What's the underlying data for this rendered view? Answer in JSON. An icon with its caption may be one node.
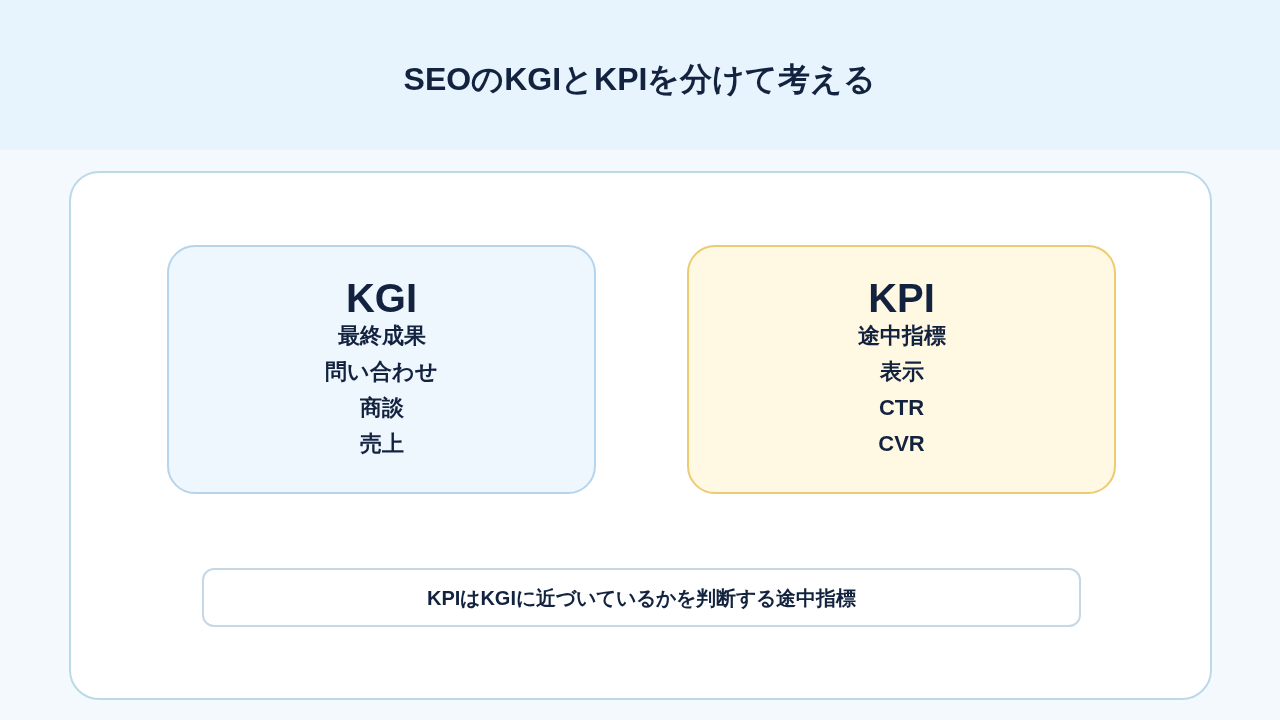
{
  "diagram": {
    "title": "SEOのKGIとKPIを分けて考える",
    "nodes": [
      {
        "text": [],
        "shape": "box"
      },
      {
        "text": [
          "KGI",
          "最終成果",
          "問い合わせ",
          "商談",
          "売上"
        ],
        "in": 0
      },
      {
        "text": [
          "KPI",
          "途中指標",
          "表示",
          "CTR",
          "CVR"
        ],
        "in": 0
      },
      {
        "text": [
          "KPIはKGIに近づいているかを判断する途中指標"
        ],
        "in": 0
      }
    ]
  }
}
